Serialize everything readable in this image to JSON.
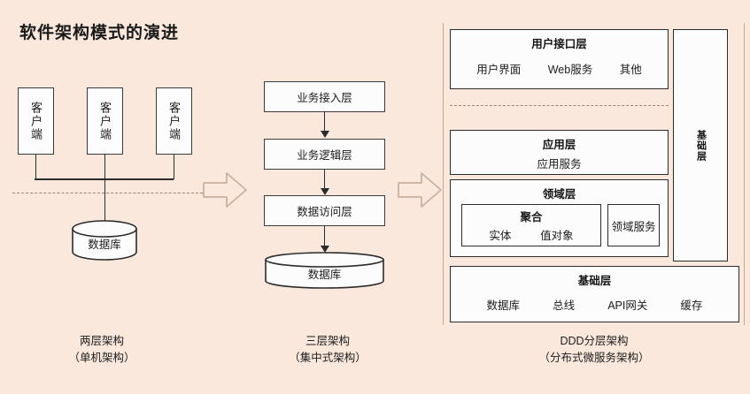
{
  "title": "软件架构模式的演进",
  "theme": {
    "background": "#fae8dc",
    "box_fill": "#fcfcfc",
    "box_stroke": "#2b2b2b",
    "dash_color": "#9b8478",
    "arrow_stroke": "#c9b0a0",
    "text": "#1c1c1c"
  },
  "sections": {
    "two_tier": {
      "caption_line1": "两层架构",
      "caption_line2": "（单机架构）",
      "clients": [
        {
          "label": "客户端"
        },
        {
          "label": "客户端"
        },
        {
          "label": "客户端"
        }
      ],
      "database": {
        "label": "数据库"
      }
    },
    "three_tier": {
      "caption_line1": "三层架构",
      "caption_line2": "（集中式架构）",
      "layers": [
        {
          "label": "业务接入层"
        },
        {
          "label": "业务逻辑层"
        },
        {
          "label": "数据访问层"
        }
      ],
      "database": {
        "label": "数据库"
      }
    },
    "ddd": {
      "caption_line1": "DDD分层架构",
      "caption_line2": "（分布式微服务架构）",
      "sidebar_label": "基础层",
      "ui_layer": {
        "title": "用户接口层",
        "items": [
          "用户界面",
          "Web服务",
          "其他"
        ]
      },
      "app_layer": {
        "title": "应用层",
        "items": [
          "应用服务"
        ]
      },
      "domain_layer": {
        "title": "领域层",
        "aggregate": {
          "title": "聚合",
          "items": [
            "实体",
            "值对象"
          ]
        },
        "domain_service": {
          "label": "领域服务"
        }
      },
      "infra_layer": {
        "title": "基础层",
        "items": [
          "数据库",
          "总线",
          "API网关",
          "缓存"
        ]
      }
    }
  },
  "transitions": [
    {
      "name": "arrow-two-to-three"
    },
    {
      "name": "arrow-three-to-ddd"
    }
  ]
}
